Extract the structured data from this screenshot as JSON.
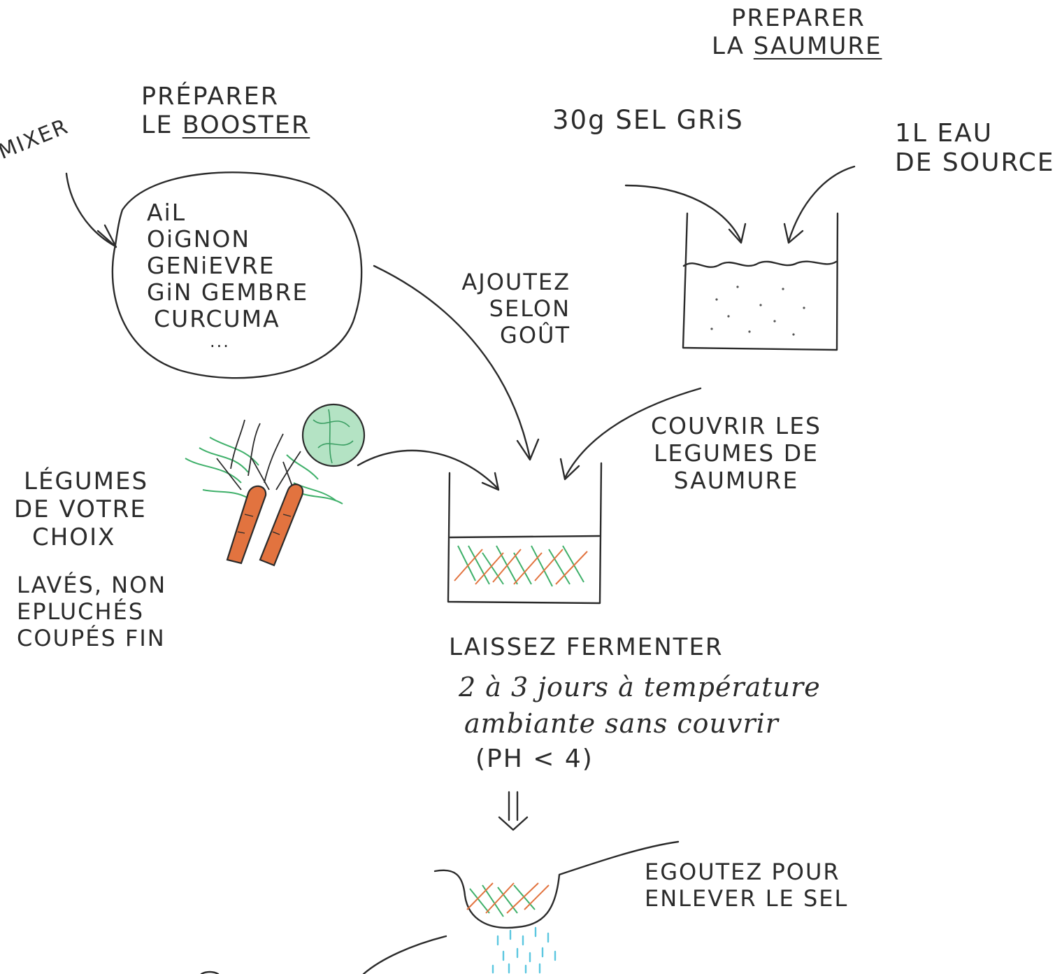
{
  "colors": {
    "ink": "#2b2b2b",
    "carrot": "#d8663a",
    "herb": "#3fb06a",
    "cabbage": "#8fd4a8",
    "water": "#5cc7e0"
  },
  "booster": {
    "title_line1": "PRÉPARER",
    "title_line2_prefix": "LE",
    "title_line2_word": "BOOSTER",
    "mix_label": "MIXER",
    "ingredients": [
      "AiL",
      "OiGNON",
      "GENiEVRE",
      "GiN GEMBRE",
      "CURCUMA",
      "..."
    ]
  },
  "brine": {
    "title_line1": "PREPARER",
    "title_line2_prefix": "LA",
    "title_line2_word": "SAUMURE",
    "salt_label": "30g SEL GRiS",
    "water_label": [
      "1L EAU",
      "DE SOURCE"
    ]
  },
  "add_to_taste": [
    "AJOUTEZ",
    "SELON",
    "GOÛT"
  ],
  "cover_label": [
    "COUVRIR LES",
    "LEGUMES DE",
    "SAUMURE"
  ],
  "vegetables": {
    "label": [
      "LÉGUMES",
      "DE VOTRE",
      "CHOIX"
    ],
    "note": [
      "LAVÉS, NON",
      "EPLUCHÉS",
      "COUPÉS FIN"
    ]
  },
  "ferment": {
    "title": "LAISSEZ FERMENTER",
    "line1": "2 à 3 jours à température",
    "line2": "ambiante sans couvrir",
    "line3": "(PH < 4)"
  },
  "drain_label": [
    "EGOUTEZ POUR",
    "ENLEVER LE SEL"
  ]
}
